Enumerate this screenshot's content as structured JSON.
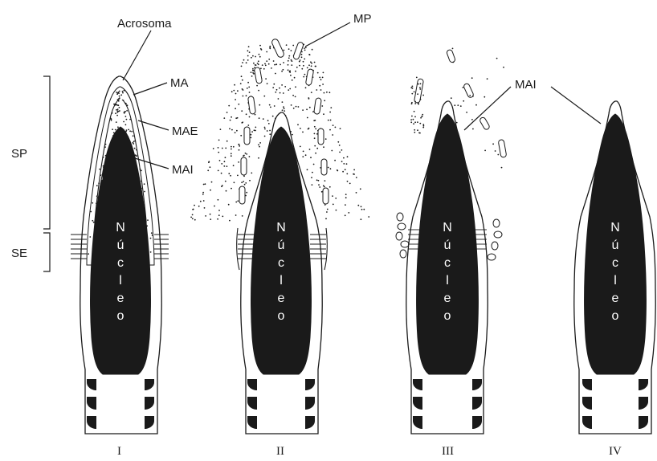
{
  "labels": {
    "acrosoma": "Acrosoma",
    "ma": "MA",
    "mae": "MAE",
    "mai_stage1": "MAI",
    "mai_shared": "MAI",
    "mp": "MP",
    "sp": "SP",
    "se": "SE"
  },
  "nucleus_text": [
    "N",
    "ú",
    "c",
    "l",
    "e",
    "o"
  ],
  "stages": [
    "I",
    "II",
    "III",
    "IV"
  ]
}
